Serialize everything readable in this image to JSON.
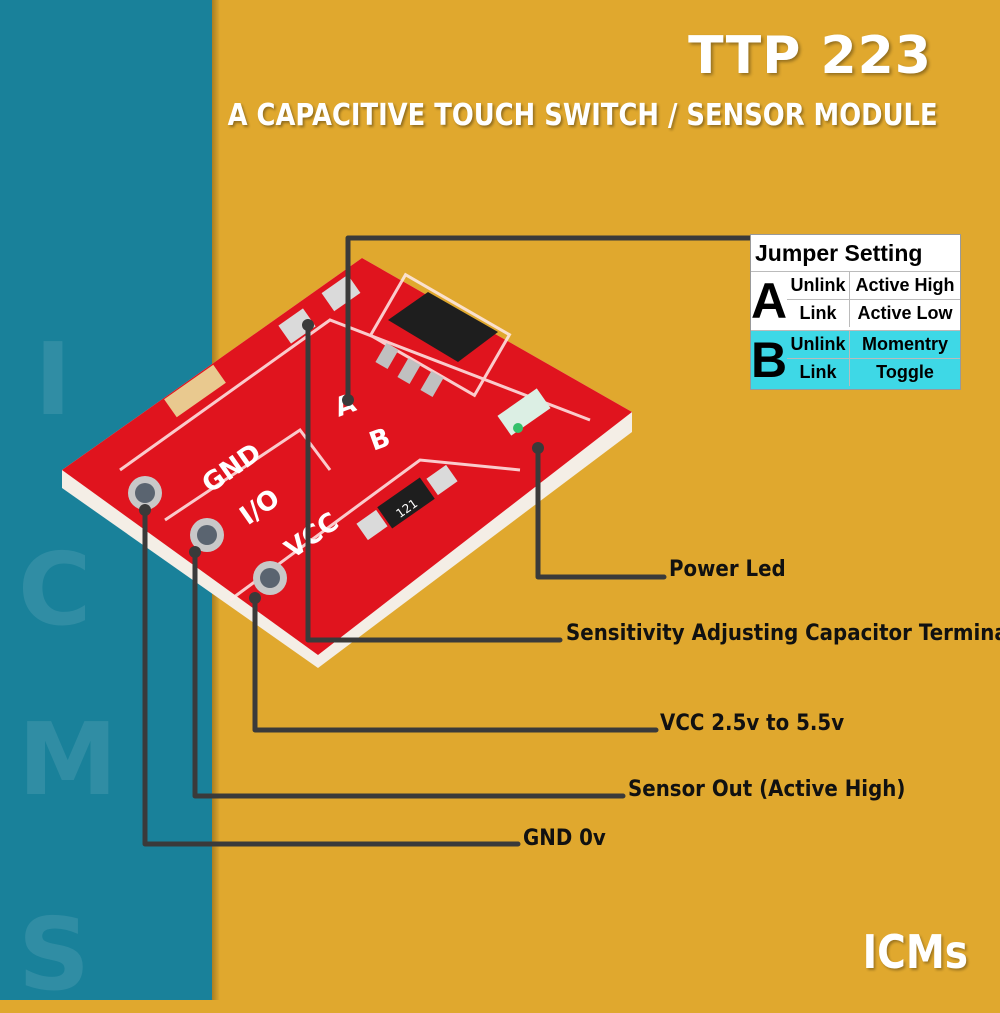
{
  "header": {
    "title": "TTP 223",
    "subtitle": "A CAPACITIVE TOUCH SWITCH / SENSOR MODULE"
  },
  "watermark": {
    "letters": [
      "I",
      "C",
      "M",
      "S"
    ]
  },
  "jumper_table": {
    "title": "Jumper Setting",
    "groups": [
      {
        "letter": "A",
        "color": "#FFFFFF",
        "rows": [
          {
            "state": "Unlink",
            "mode": "Active High"
          },
          {
            "state": "Link",
            "mode": "Active Low"
          }
        ]
      },
      {
        "letter": "B",
        "color": "#3ED8E6",
        "rows": [
          {
            "state": "Unlink",
            "mode": "Momentry"
          },
          {
            "state": "Link",
            "mode": "Toggle"
          }
        ]
      }
    ]
  },
  "callouts": {
    "power_led": "Power Led",
    "sensitivity": "Sensitivity Adjusting Capacitor Terminal",
    "vcc": "VCC 2.5v to 5.5v",
    "sensor_out": "Sensor Out (Active High)",
    "gnd": "GND 0v"
  },
  "board": {
    "silkscreen_gnd": "GND",
    "silkscreen_io": "I/O",
    "silkscreen_vcc": "VCC",
    "silkscreen_a": "A",
    "silkscreen_b": "B",
    "resistor_code": "121"
  },
  "brand": "ICMs",
  "colors": {
    "left_band": "#19819A",
    "background": "#E0A82E",
    "pcb": "#E0141E",
    "jumper_b_row": "#3ED8E6",
    "leader_line": "#3A3A3A"
  }
}
